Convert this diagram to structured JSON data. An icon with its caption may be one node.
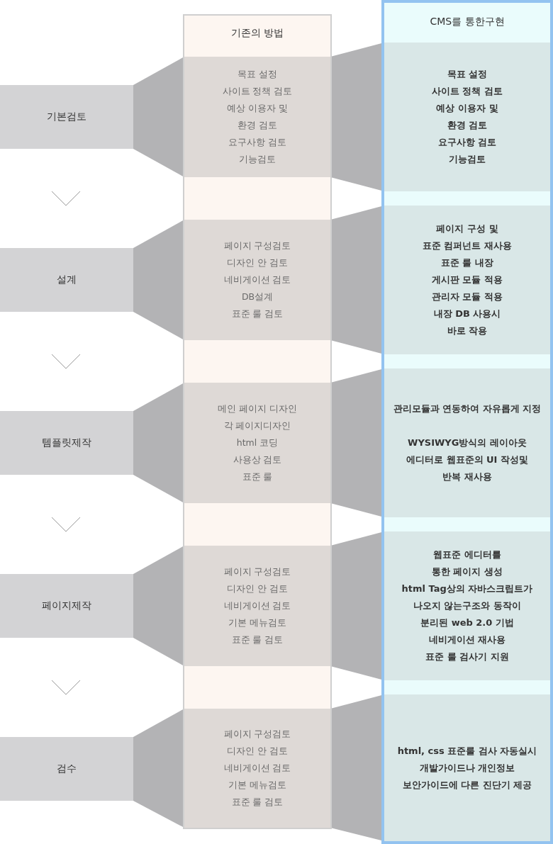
{
  "diagram": {
    "nodes": [
      {
        "text": [
          "기본검토"
        ]
      },
      {
        "text": [
          "설계"
        ]
      },
      {
        "text": [
          "템플릿제작"
        ]
      },
      {
        "text": [
          "페이지제작"
        ]
      },
      {
        "text": [
          "검수"
        ]
      },
      {
        "text": [
          "기존의 방법"
        ]
      },
      {
        "text": [
          "목표 설정",
          "사이트 정책 검토",
          "예상 이용자 및",
          "환경 검토",
          "요구사항 검토",
          "기능검토"
        ],
        "in": 5
      },
      {
        "text": [
          "페이지 구성검토",
          "디자인 안 검토",
          "네비게이션 검토",
          "DB설계",
          "표준 룰 검토"
        ],
        "in": 5
      },
      {
        "text": [
          "메인 페이지 디자인",
          "각 페이지디자인",
          "html 코딩",
          "사용상 검토",
          "표준 룰"
        ],
        "in": 5
      },
      {
        "text": [
          "페이지 구성검토",
          "디자인 안 검토",
          "네비게이션 검토",
          "기본 메뉴검토",
          "표준 룰 검토"
        ],
        "in": 5
      },
      {
        "text": [
          "페이지 구성검토",
          "디자인 안 검토",
          "네비게이션 검토",
          "기본 메뉴검토",
          "표준 룰 검토"
        ],
        "in": 5
      },
      {
        "text": [
          "CMS를 통한구현"
        ]
      },
      {
        "text": [
          "목표 설정",
          "사이트 정책 검토",
          "예상 이용자 및",
          "환경 검토",
          "요구사항 검토",
          "기능검토"
        ],
        "in": 11
      },
      {
        "text": [
          "페이지 구성 및",
          "표준 컴퍼넌트 재사용",
          "표준 룰 내장",
          "게시판 모듈 적용",
          "관리자 모듈 적용",
          "내장 DB 사용시",
          "바로 작용"
        ],
        "in": 11
      },
      {
        "text": [
          "관리모듈과 연동하여 자유롭게 지정",
          "WYSIWYG방식의 레이아웃",
          "에디터로 웹표준의 UI 작성및",
          "반복 재사용"
        ],
        "in": 11
      },
      {
        "text": [
          "웹표준 에디터를",
          "통한 페이지 생성",
          "html Tag상의 자바스크립트가",
          "나오지 않는구조와 동작이",
          "분리된 web 2.0 기법",
          "네비게이션 재사용",
          "표준 룰 검사기 지원"
        ],
        "in": 11
      },
      {
        "text": [
          "html, css 표준룰 검사 자동실시",
          "개발가이드나 개인정보",
          "보안가이드에 다른 진단기 제공"
        ],
        "in": 11
      }
    ],
    "edges": [
      {
        "from": 0,
        "to": 6,
        "arrow": "none"
      },
      {
        "from": 6,
        "to": 12,
        "arrow": "none"
      },
      {
        "from": 1,
        "to": 7,
        "arrow": "none"
      },
      {
        "from": 7,
        "to": 13,
        "arrow": "none"
      },
      {
        "from": 2,
        "to": 8,
        "arrow": "none"
      },
      {
        "from": 8,
        "to": 14,
        "arrow": "none"
      },
      {
        "from": 3,
        "to": 9,
        "arrow": "none"
      },
      {
        "from": 9,
        "to": 15,
        "arrow": "none"
      },
      {
        "from": 4,
        "to": 10,
        "arrow": "none"
      },
      {
        "from": 10,
        "to": 16,
        "arrow": "none"
      },
      {
        "from": 0,
        "to": 1,
        "arrow": "to"
      },
      {
        "from": 1,
        "to": 2,
        "arrow": "to"
      },
      {
        "from": 2,
        "to": 3,
        "arrow": "to"
      },
      {
        "from": 3,
        "to": 4,
        "arrow": "to"
      }
    ]
  }
}
